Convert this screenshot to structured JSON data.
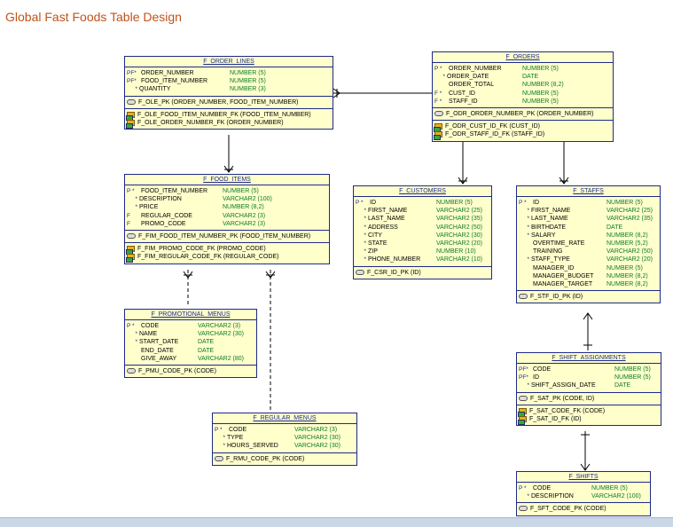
{
  "title": "Global Fast Foods Table Design",
  "tables": {
    "order_lines": {
      "name": "F_ORDER_LINES",
      "columns": [
        {
          "flag": "PF*",
          "name": "ORDER_NUMBER",
          "type": "NUMBER (5)"
        },
        {
          "flag": "PF*",
          "name": "FOOD_ITEM_NUMBER",
          "type": "NUMBER (5)"
        },
        {
          "flag": "*",
          "name": "QUANTITY",
          "type": "NUMBER (3)"
        }
      ],
      "pk": [
        "F_OLE_PK (ORDER_NUMBER, FOOD_ITEM_NUMBER)"
      ],
      "fk": [
        "F_OLE_FOOD_ITEM_NUMBER_FK (FOOD_ITEM_NUMBER)",
        "F_OLE_ORDER_NUMBER_FK (ORDER_NUMBER)"
      ]
    },
    "orders": {
      "name": "F_ORDERS",
      "columns": [
        {
          "flag": "P *",
          "name": "ORDER_NUMBER",
          "type": "NUMBER (5)"
        },
        {
          "flag": "*",
          "name": "ORDER_DATE",
          "type": "DATE"
        },
        {
          "flag": "",
          "name": "ORDER_TOTAL",
          "type": "NUMBER (8,2)"
        },
        {
          "flag": "F *",
          "name": "CUST_ID",
          "type": "NUMBER (5)"
        },
        {
          "flag": "F *",
          "name": "STAFF_ID",
          "type": "NUMBER (5)"
        }
      ],
      "pk": [
        "F_ODR_ORDER_NUMBER_PK (ORDER_NUMBER)"
      ],
      "fk": [
        "F_ODR_CUST_ID_FK (CUST_ID)",
        "F_ODR_STAFF_ID_FK (STAFF_ID)"
      ]
    },
    "food_items": {
      "name": "F_FOOD_ITEMS",
      "columns": [
        {
          "flag": "P *",
          "name": "FOOD_ITEM_NUMBER",
          "type": "NUMBER (5)"
        },
        {
          "flag": "*",
          "name": "DESCRIPTION",
          "type": "VARCHAR2 (100)"
        },
        {
          "flag": "*",
          "name": "PRICE",
          "type": "NUMBER (8,2)"
        },
        {
          "flag": "F",
          "name": "REGULAR_CODE",
          "type": "VARCHAR2 (3)"
        },
        {
          "flag": "F",
          "name": "PROMO_CODE",
          "type": "VARCHAR2 (3)"
        }
      ],
      "pk": [
        "F_FIM_FOOD_ITEM_NUMBER_PK (FOOD_ITEM_NUMBER)"
      ],
      "fk": [
        "F_FIM_PROMO_CODE_FK (PROMO_CODE)",
        "F_FIM_REGULAR_CODE_FK (REGULAR_CODE)"
      ]
    },
    "customers": {
      "name": "F_CUSTOMERS",
      "columns": [
        {
          "flag": "P *",
          "name": "ID",
          "type": "NUMBER (5)"
        },
        {
          "flag": "*",
          "name": "FIRST_NAME",
          "type": "VARCHAR2 (25)"
        },
        {
          "flag": "*",
          "name": "LAST_NAME",
          "type": "VARCHAR2 (35)"
        },
        {
          "flag": "*",
          "name": "ADDRESS",
          "type": "VARCHAR2 (50)"
        },
        {
          "flag": "*",
          "name": "CITY",
          "type": "VARCHAR2 (30)"
        },
        {
          "flag": "*",
          "name": "STATE",
          "type": "VARCHAR2 (20)"
        },
        {
          "flag": "*",
          "name": "ZIP",
          "type": "NUMBER (10)"
        },
        {
          "flag": "*",
          "name": "PHONE_NUMBER",
          "type": "VARCHAR2 (10)"
        }
      ],
      "pk": [
        "F_CSR_ID_PK (ID)"
      ],
      "fk": []
    },
    "staffs": {
      "name": "F_STAFFS",
      "columns": [
        {
          "flag": "P *",
          "name": "ID",
          "type": "NUMBER (5)"
        },
        {
          "flag": "*",
          "name": "FIRST_NAME",
          "type": "VARCHAR2 (25)"
        },
        {
          "flag": "*",
          "name": "LAST_NAME",
          "type": "VARCHAR2 (35)"
        },
        {
          "flag": "*",
          "name": "BIRTHDATE",
          "type": "DATE"
        },
        {
          "flag": "*",
          "name": "SALARY",
          "type": "NUMBER (8,2)"
        },
        {
          "flag": "",
          "name": "OVERTIME_RATE",
          "type": "NUMBER (5,2)"
        },
        {
          "flag": "",
          "name": "TRAINING",
          "type": "VARCHAR2 (50)"
        },
        {
          "flag": "*",
          "name": "STAFF_TYPE",
          "type": "VARCHAR2 (20)"
        },
        {
          "flag": "",
          "name": "MANAGER_ID",
          "type": "NUMBER (5)"
        },
        {
          "flag": "",
          "name": "MANAGER_BUDGET",
          "type": "NUMBER (8,2)"
        },
        {
          "flag": "",
          "name": "MANAGER_TARGET",
          "type": "NUMBER (8,2)"
        }
      ],
      "pk": [
        "F_STF_ID_PK (ID)"
      ],
      "fk": []
    },
    "promotional_menus": {
      "name": "F_PROMOTIONAL_MENUS",
      "columns": [
        {
          "flag": "P *",
          "name": "CODE",
          "type": "VARCHAR2 (3)"
        },
        {
          "flag": "*",
          "name": "NAME",
          "type": "VARCHAR2 (30)"
        },
        {
          "flag": "*",
          "name": "START_DATE",
          "type": "DATE"
        },
        {
          "flag": "",
          "name": "END_DATE",
          "type": "DATE"
        },
        {
          "flag": "",
          "name": "GIVE_AWAY",
          "type": "VARCHAR2 (80)"
        }
      ],
      "pk": [
        "F_PMU_CODE_PK (CODE)"
      ],
      "fk": []
    },
    "regular_menus": {
      "name": "F_REGULAR_MENUS",
      "columns": [
        {
          "flag": "P *",
          "name": "CODE",
          "type": "VARCHAR2 (3)"
        },
        {
          "flag": "*",
          "name": "TYPE",
          "type": "VARCHAR2 (30)"
        },
        {
          "flag": "*",
          "name": "HOURS_SERVED",
          "type": "VARCHAR2 (30)"
        }
      ],
      "pk": [
        "F_RMU_CODE_PK (CODE)"
      ],
      "fk": []
    },
    "shift_assignments": {
      "name": "F_SHIFT_ASSIGNMENTS",
      "columns": [
        {
          "flag": "PF*",
          "name": "CODE",
          "type": "NUMBER (5)"
        },
        {
          "flag": "PF*",
          "name": "ID",
          "type": "NUMBER (5)"
        },
        {
          "flag": "*",
          "name": "SHIFT_ASSIGN_DATE",
          "type": "DATE"
        }
      ],
      "pk": [
        "F_SAT_PK (CODE, ID)"
      ],
      "fk": [
        "F_SAT_CODE_FK (CODE)",
        "F_SAT_ID_FK (ID)"
      ]
    },
    "shifts": {
      "name": "F_SHIFTS",
      "columns": [
        {
          "flag": "P *",
          "name": "CODE",
          "type": "NUMBER (5)"
        },
        {
          "flag": "*",
          "name": "DESCRIPTION",
          "type": "VARCHAR2 (100)"
        }
      ],
      "pk": [
        "F_SFT_CODE_PK (CODE)"
      ],
      "fk": []
    }
  }
}
